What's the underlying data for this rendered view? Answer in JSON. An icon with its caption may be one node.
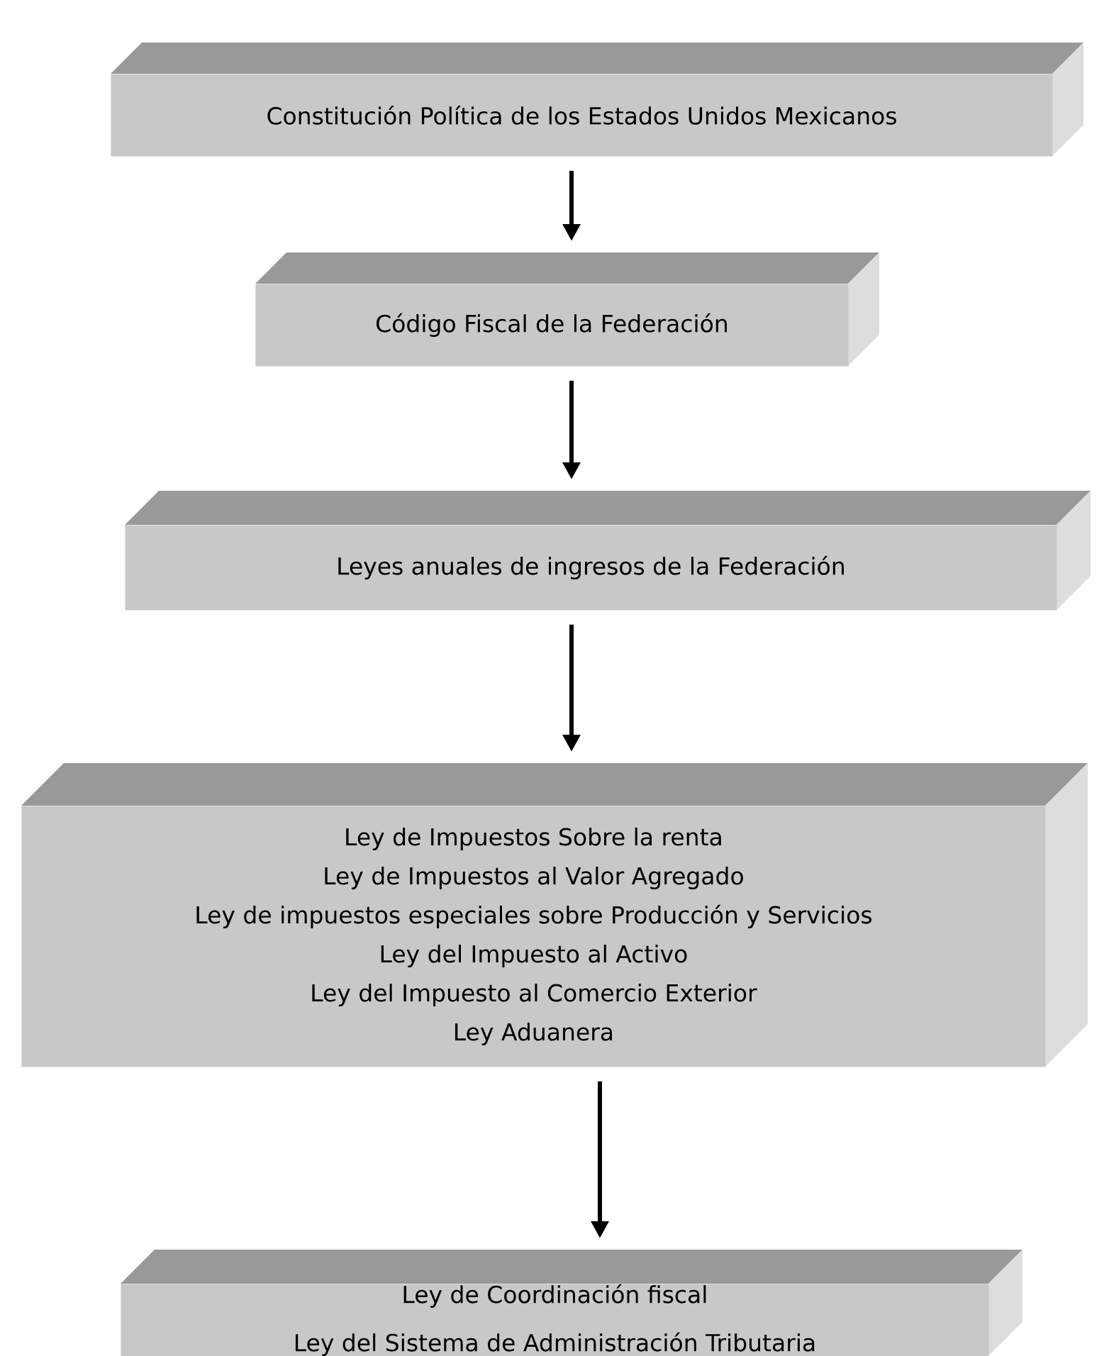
{
  "diagram": {
    "nodes": [
      {
        "text": [
          "Constitución Política de los Estados Unidos Mexicanos"
        ]
      },
      {
        "text": [
          "Código Fiscal de la Federación"
        ]
      },
      {
        "text": [
          "Leyes anuales de ingresos de la Federación"
        ]
      },
      {
        "text": [
          "Ley de Impuestos Sobre la renta",
          "Ley de Impuestos al Valor Agregado",
          "Ley de impuestos especiales sobre Producción y Servicios",
          "Ley del Impuesto al Activo",
          "Ley del Impuesto al Comercio Exterior",
          "Ley Aduanera"
        ]
      },
      {
        "text": [
          "Ley de Coordinación fiscal",
          "Ley del Sistema de Administración Tributaria"
        ]
      }
    ],
    "edges": [
      {
        "from": 0,
        "to": 1,
        "arrow": "to"
      },
      {
        "from": 1,
        "to": 2,
        "arrow": "to"
      },
      {
        "from": 2,
        "to": 3,
        "arrow": "to"
      },
      {
        "from": 3,
        "to": 4,
        "arrow": "to"
      }
    ]
  }
}
